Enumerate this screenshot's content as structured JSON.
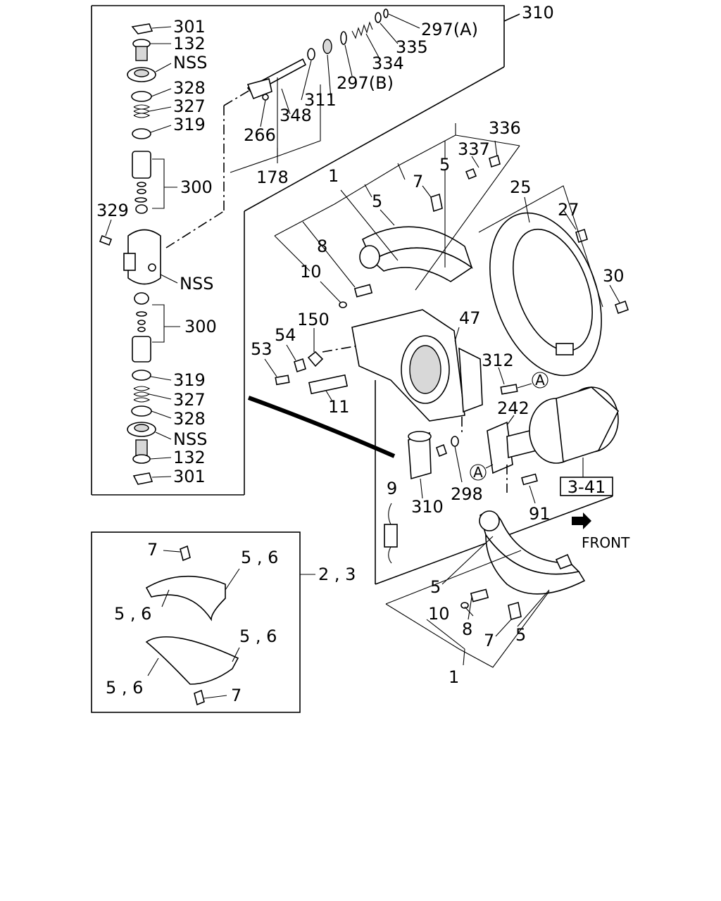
{
  "labels": {
    "p301_top": "301",
    "p132_top": "132",
    "nss_top": "NSS",
    "p328_top": "328",
    "p327_top": "327",
    "p319_top": "319",
    "p300_top": "300",
    "p329": "329",
    "nss_mid": "NSS",
    "p300_bot": "300",
    "p319_bot": "319",
    "p327_bot": "327",
    "p328_bot": "328",
    "nss_bot": "NSS",
    "p132_bot": "132",
    "p301_bot": "301",
    "p310_top": "310",
    "p297a": "297(A)",
    "p335": "335",
    "p334": "334",
    "p297b": "297(B)",
    "p311": "311",
    "p348": "348",
    "p266": "266",
    "p178": "178",
    "p336": "336",
    "p337": "337",
    "p5_a": "5",
    "p1_a": "1",
    "p7_a": "7",
    "p5_b": "5",
    "p25": "25",
    "p27": "27",
    "p8_a": "8",
    "p10_a": "10",
    "p30": "30",
    "p150": "150",
    "p47": "47",
    "p54": "54",
    "p53": "53",
    "p312": "312",
    "circle_a1": "A",
    "p11": "11",
    "p242": "242",
    "circle_a2": "A",
    "ref_box": "3-41",
    "p9": "9",
    "p310_bot": "310",
    "p298": "298",
    "p91": "91",
    "front": "FRONT",
    "p5_c": "5",
    "p10_b": "10",
    "p8_b": "8",
    "p7_b": "7",
    "p5_d": "5",
    "p1_b": "1",
    "inset_7_top": "7",
    "inset_56_a": "5 , 6",
    "inset_56_b": "5 , 6",
    "inset_23": "2 , 3",
    "inset_56_c": "5 , 6",
    "inset_56_d": "5 , 6",
    "inset_7_bot": "7"
  }
}
